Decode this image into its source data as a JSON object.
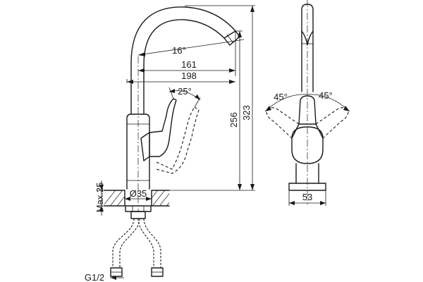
{
  "dimensions": {
    "spout_angle": "16°",
    "reach_161": "161",
    "reach_198": "198",
    "lever_angle": "25°",
    "height_256": "256",
    "height_323": "323",
    "side_left_angle": "45°",
    "side_right_angle": "45°",
    "base_width": "53",
    "max_thickness": "Max.25",
    "hole_diameter": "Ø35",
    "thread": "G1/2"
  }
}
